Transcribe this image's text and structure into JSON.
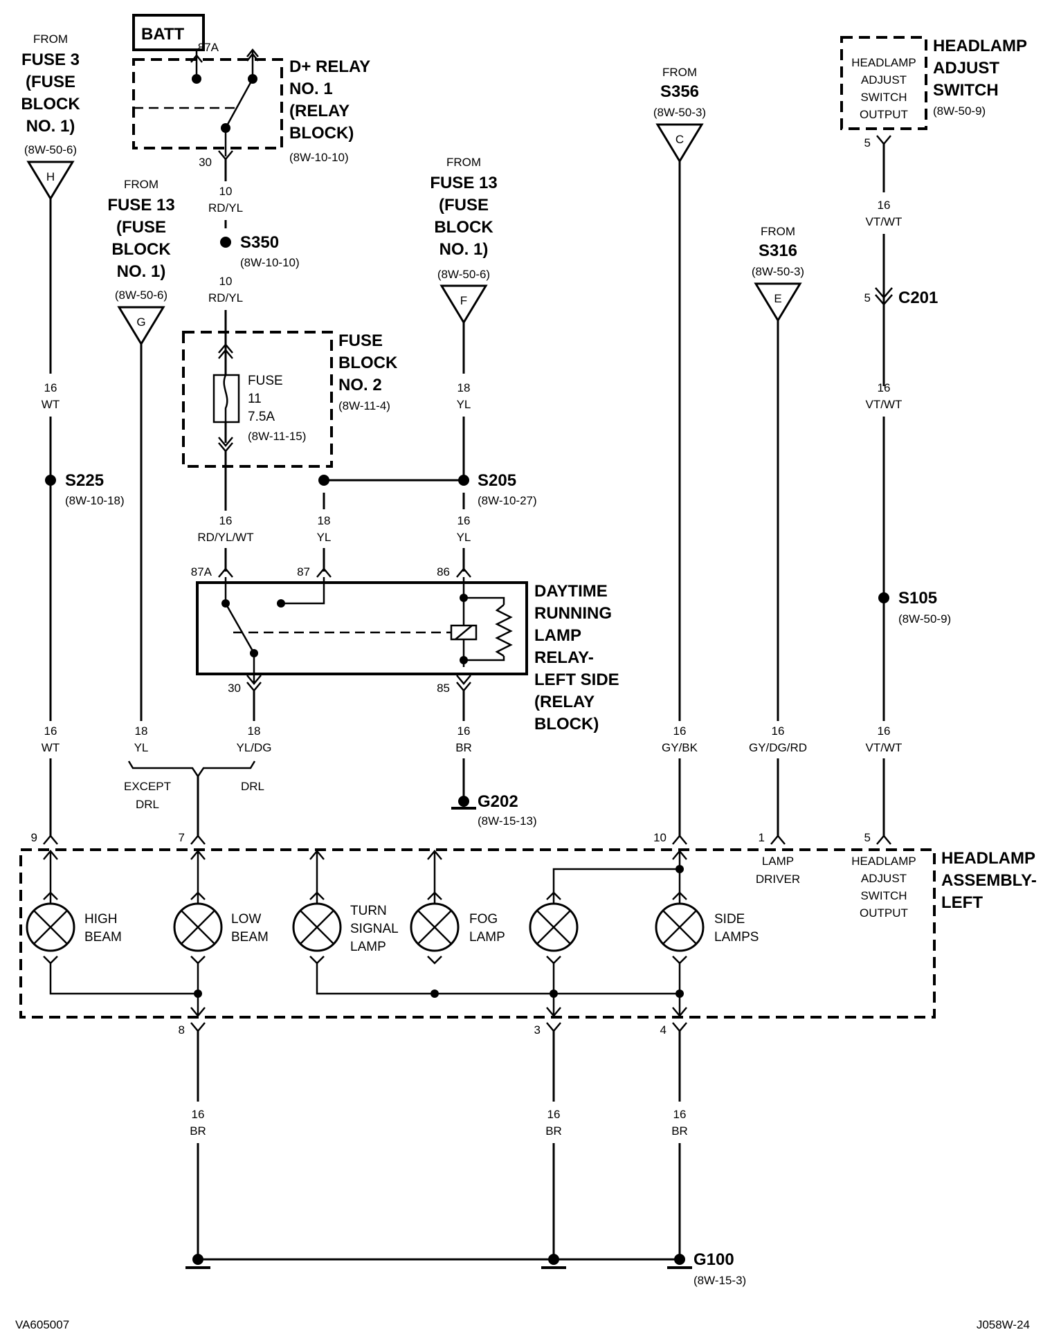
{
  "batt": "BATT",
  "from": "FROM",
  "src_h": {
    "l1": "FUSE 3",
    "l2": "(FUSE",
    "l3": "BLOCK",
    "l4": "NO. 1)",
    "ref": "(8W-50-6)",
    "letter": "H"
  },
  "src_g": {
    "l1": "FUSE 13",
    "l2": "(FUSE",
    "l3": "BLOCK",
    "l4": "NO. 1)",
    "ref": "(8W-50-6)",
    "letter": "G"
  },
  "src_f": {
    "l1": "FUSE 13",
    "l2": "(FUSE",
    "l3": "BLOCK",
    "l4": "NO. 1)",
    "ref": "(8W-50-6)",
    "letter": "F"
  },
  "src_c": {
    "l1": "S356",
    "ref": "(8W-50-3)",
    "letter": "C"
  },
  "src_e": {
    "l1": "S316",
    "ref": "(8W-50-3)",
    "letter": "E"
  },
  "relay1": {
    "l1": "D+ RELAY",
    "l2": "NO. 1",
    "l3": "(RELAY",
    "l4": "BLOCK)",
    "ref": "(8W-10-10)",
    "pin_top": "87A",
    "pin_bottom": "30"
  },
  "fuseblock2": {
    "l1": "FUSE",
    "l2": "BLOCK",
    "l3": "NO. 2",
    "ref": "(8W-11-4)",
    "fuse_l1": "FUSE",
    "fuse_l2": "11",
    "fuse_l3": "7.5A",
    "fuse_ref": "(8W-11-15)"
  },
  "s350": {
    "name": "S350",
    "ref": "(8W-10-10)"
  },
  "s225": {
    "name": "S225",
    "ref": "(8W-10-18)"
  },
  "s205": {
    "name": "S205",
    "ref": "(8W-10-27)"
  },
  "s105": {
    "name": "S105",
    "ref": "(8W-50-9)"
  },
  "c201": {
    "name": "C201",
    "pin": "5"
  },
  "g202": {
    "name": "G202",
    "ref": "(8W-15-13)"
  },
  "g100": {
    "name": "G100",
    "ref": "(8W-15-3)"
  },
  "hl_switch": {
    "box1": "HEADLAMP",
    "box2": "ADJUST",
    "box3": "SWITCH",
    "box4": "OUTPUT",
    "t1": "HEADLAMP",
    "t2": "ADJUST",
    "t3": "SWITCH",
    "ref": "(8W-50-9)",
    "pin": "5"
  },
  "drl_relay": {
    "l1": "DAYTIME",
    "l2": "RUNNING",
    "l3": "LAMP",
    "l4": "RELAY-",
    "l5": "LEFT SIDE",
    "l6": "(RELAY",
    "l7": "BLOCK)",
    "p87a": "87A",
    "p87": "87",
    "p86": "86",
    "p30": "30",
    "p85": "85"
  },
  "wires": {
    "w10a": {
      "g": "10",
      "c": "RD/YL"
    },
    "w10b": {
      "g": "10",
      "c": "RD/YL"
    },
    "w16wt_a": {
      "g": "16",
      "c": "WT"
    },
    "w16wt_b": {
      "g": "16",
      "c": "WT"
    },
    "w18yl_a": {
      "g": "18",
      "c": "YL"
    },
    "w16rdylwt": {
      "g": "16",
      "c": "RD/YL/WT"
    },
    "w18yl_b": {
      "g": "18",
      "c": "YL"
    },
    "w16yl": {
      "g": "16",
      "c": "YL"
    },
    "w18yl_c": {
      "g": "18",
      "c": "YL"
    },
    "w18yldg": {
      "g": "18",
      "c": "YL/DG"
    },
    "w16br_a": {
      "g": "16",
      "c": "BR"
    },
    "w16gybk": {
      "g": "16",
      "c": "GY/BK"
    },
    "w16gydgrd": {
      "g": "16",
      "c": "GY/DG/RD"
    },
    "w16vtwt_a": {
      "g": "16",
      "c": "VT/WT"
    },
    "w16vtwt_b": {
      "g": "16",
      "c": "VT/WT"
    },
    "w16vtwt_c": {
      "g": "16",
      "c": "VT/WT"
    },
    "w16br_b": {
      "g": "16",
      "c": "BR"
    },
    "w16br_c": {
      "g": "16",
      "c": "BR"
    },
    "w16br_d": {
      "g": "16",
      "c": "BR"
    }
  },
  "split": {
    "left1": "EXCEPT",
    "left2": "DRL",
    "right": "DRL"
  },
  "assembly": {
    "t1": "HEADLAMP",
    "t2": "ASSEMBLY-",
    "t3": "LEFT",
    "pins": {
      "p9": "9",
      "p7": "7",
      "p10": "10",
      "p1": "1",
      "p5": "5",
      "p8": "8",
      "p3": "3",
      "p4": "4"
    },
    "lamp_driver1": "LAMP",
    "lamp_driver2": "DRIVER",
    "adj1": "HEADLAMP",
    "adj2": "ADJUST",
    "adj3": "SWITCH",
    "adj4": "OUTPUT",
    "lamps": {
      "high1": "HIGH",
      "high2": "BEAM",
      "low1": "LOW",
      "low2": "BEAM",
      "turn1": "TURN",
      "turn2": "SIGNAL",
      "turn3": "LAMP",
      "fog1": "FOG",
      "fog2": "LAMP",
      "side1": "SIDE",
      "side2": "LAMPS"
    }
  },
  "footer": {
    "left": "VA605007",
    "right": "J058W-24"
  }
}
